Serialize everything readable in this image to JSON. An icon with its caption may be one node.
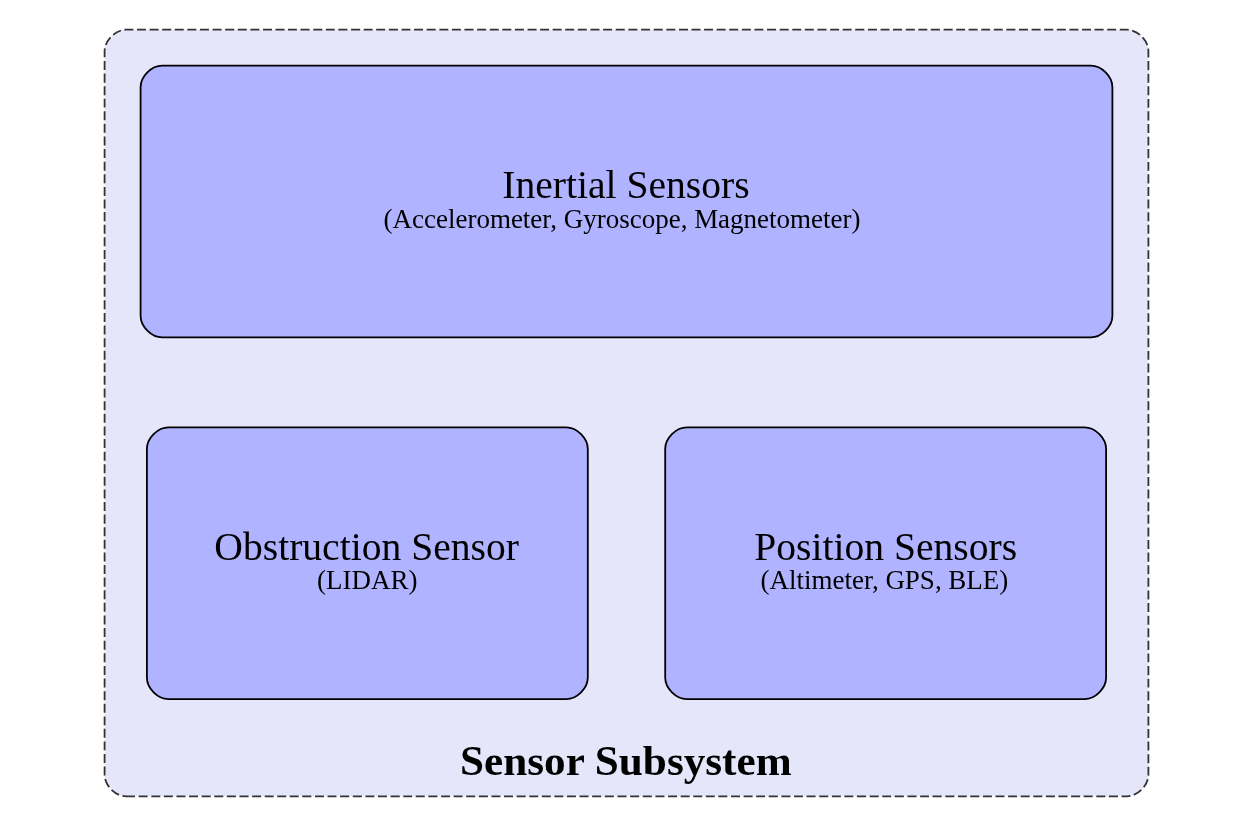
{
  "diagram": {
    "nodes": [
      {
        "text": [
          "Sensor Subsystem"
        ]
      },
      {
        "text": [
          "Inertial Sensors",
          "(Accelerometer, Gyroscope, Magnetometer)"
        ],
        "in": 0
      },
      {
        "text": [
          "Obstruction Sensor",
          "(LIDAR)"
        ],
        "in": 0
      },
      {
        "text": [
          "Position Sensors",
          "(Altimeter, GPS, BLE)"
        ],
        "in": 0
      }
    ],
    "edges": []
  }
}
